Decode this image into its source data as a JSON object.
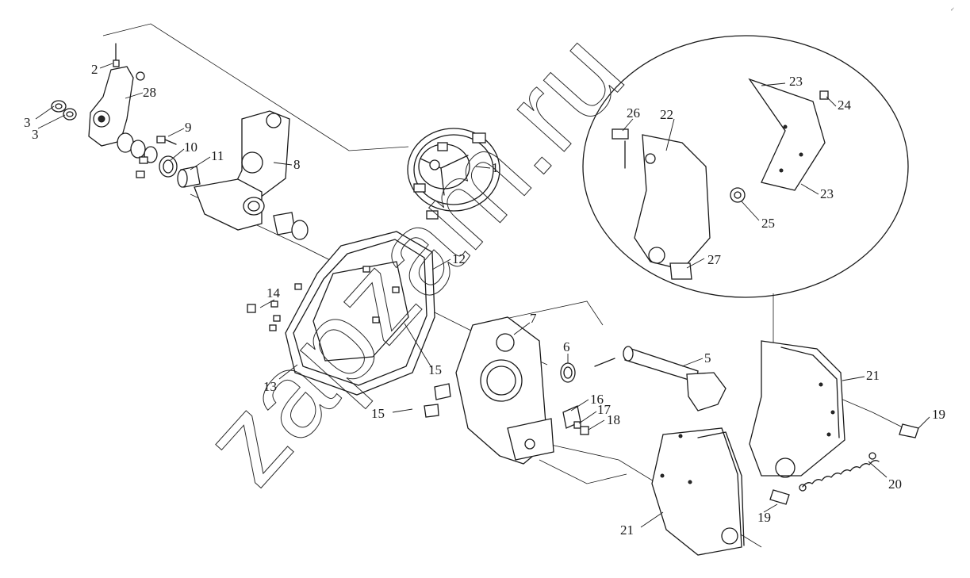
{
  "watermark": "zapzam.ru",
  "corner_mark": "✓",
  "labels": {
    "l1": "1",
    "l2": "2",
    "l3a": "3",
    "l3b": "3",
    "l5": "5",
    "l6": "6",
    "l7": "7",
    "l8": "8",
    "l9": "9",
    "l10": "10",
    "l11": "11",
    "l12": "12",
    "l13": "13",
    "l14": "14",
    "l15a": "15",
    "l15b": "15",
    "l16": "16",
    "l17": "17",
    "l18": "18",
    "l19a": "19",
    "l19b": "19",
    "l20": "20",
    "l21a": "21",
    "l21b": "21",
    "l22": "22",
    "l23a": "23",
    "l23b": "23",
    "l24": "24",
    "l25": "25",
    "l26": "26",
    "l27": "27",
    "l28": "28"
  }
}
